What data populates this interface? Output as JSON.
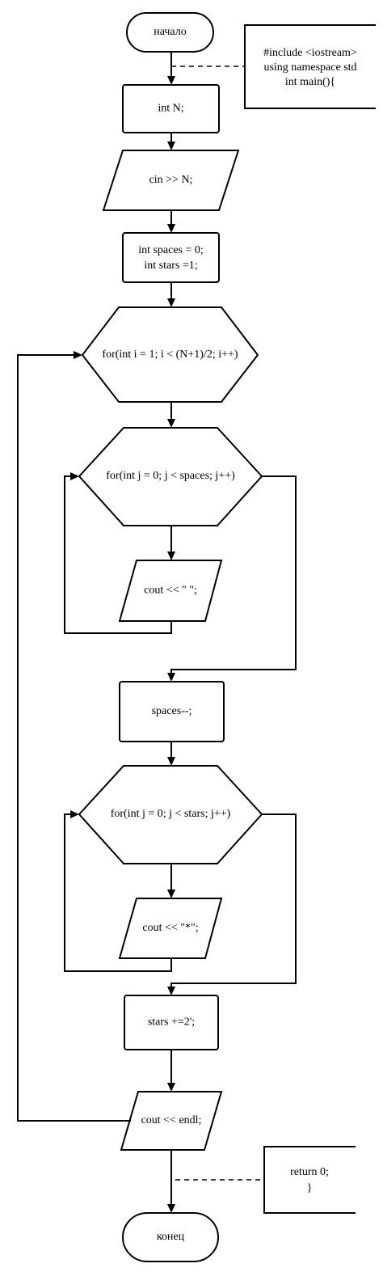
{
  "diagram": {
    "start": "начало",
    "preamble": [
      "#include <iostream>",
      "using namespace std",
      "int main(){"
    ],
    "decl_n": "int N;",
    "input_n": "cin >> N;",
    "init": [
      "int spaces = 0;",
      "int stars =1;"
    ],
    "loop_i": "for(int i = 1; i < (N+1)/2; i++)",
    "loop_spaces": "for(int j = 0; j < spaces; j++)",
    "print_space": "cout << \" \";",
    "dec_spaces": "spaces--;",
    "loop_stars": "for(int j = 0; j < stars; j++)",
    "print_star": "cout << \"*\";",
    "inc_stars": "stars +=2';",
    "print_endl": "cout << endl;",
    "epilogue": [
      "return 0;",
      "}"
    ],
    "end": "конец"
  }
}
